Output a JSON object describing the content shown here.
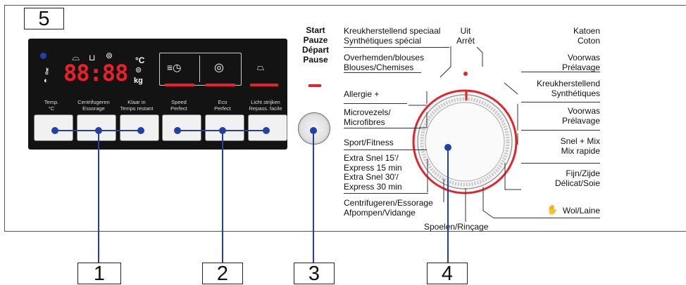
{
  "callouts": {
    "c5": "5",
    "c1": "1",
    "c2": "2",
    "c3": "3",
    "c4": "4"
  },
  "display": {
    "unit_c": "°C",
    "unit_kg": "kg",
    "time_digits": "88:88",
    "button_labels": [
      {
        "line1": "Temp.",
        "line2": "°C"
      },
      {
        "line1": "Centrifugeren",
        "line2": "Essorage"
      },
      {
        "line1": "Klaar in",
        "line2": "Temps restant"
      },
      {
        "line1": "Speed",
        "line2": "Perfect"
      },
      {
        "line1": "Eco",
        "line2": "Perfect"
      },
      {
        "line1": "Licht strijken",
        "line2": "Repass. facile"
      }
    ]
  },
  "start": {
    "line1": "Start",
    "line2": "Pauze",
    "line3": "Départ",
    "line4": "Pause"
  },
  "programs_left": [
    {
      "text": "Kreukherstellend speciaal\nSynthétiques spécial"
    },
    {
      "text": "Overhemden/blouses\nBlouses/Chemises"
    },
    {
      "text": "Allergie +"
    },
    {
      "text": "Microvezels/\nMicrofibres"
    },
    {
      "text": "Sport/Fitness"
    },
    {
      "text": "Extra Snel 15'/\nExpress 15 min\nExtra Snel 30'/\nExpress 30 min"
    },
    {
      "text": "Centrifugeren/Essorage\nAfpompen/Vidange"
    }
  ],
  "programs_top": {
    "line1": "Uit",
    "line2": "Arrêt"
  },
  "programs_bottom": "Spoelen/Rinçage",
  "programs_right": [
    {
      "text": "Katoen\nCoton"
    },
    {
      "text": "Voorwas\nPrélavage"
    },
    {
      "text": "Kreukherstellend\nSynthétiques"
    },
    {
      "text": "Voorwas\nPrélavage"
    },
    {
      "text": "Snel + Mix\nMix rapide"
    },
    {
      "text": "Fijn/Zijde\nDélicat/Soie"
    },
    {
      "text": "Wol/Laine"
    }
  ],
  "colors": {
    "accent": "#e8202a",
    "callout_line": "#2340a8",
    "display_bg": "#131313"
  },
  "icons": [
    "key-lock-icon",
    "half-load-icon",
    "prewash-tub-icon",
    "spin-icon",
    "timer-icon",
    "eco-icon",
    "iron-icon",
    "wool-icon"
  ]
}
